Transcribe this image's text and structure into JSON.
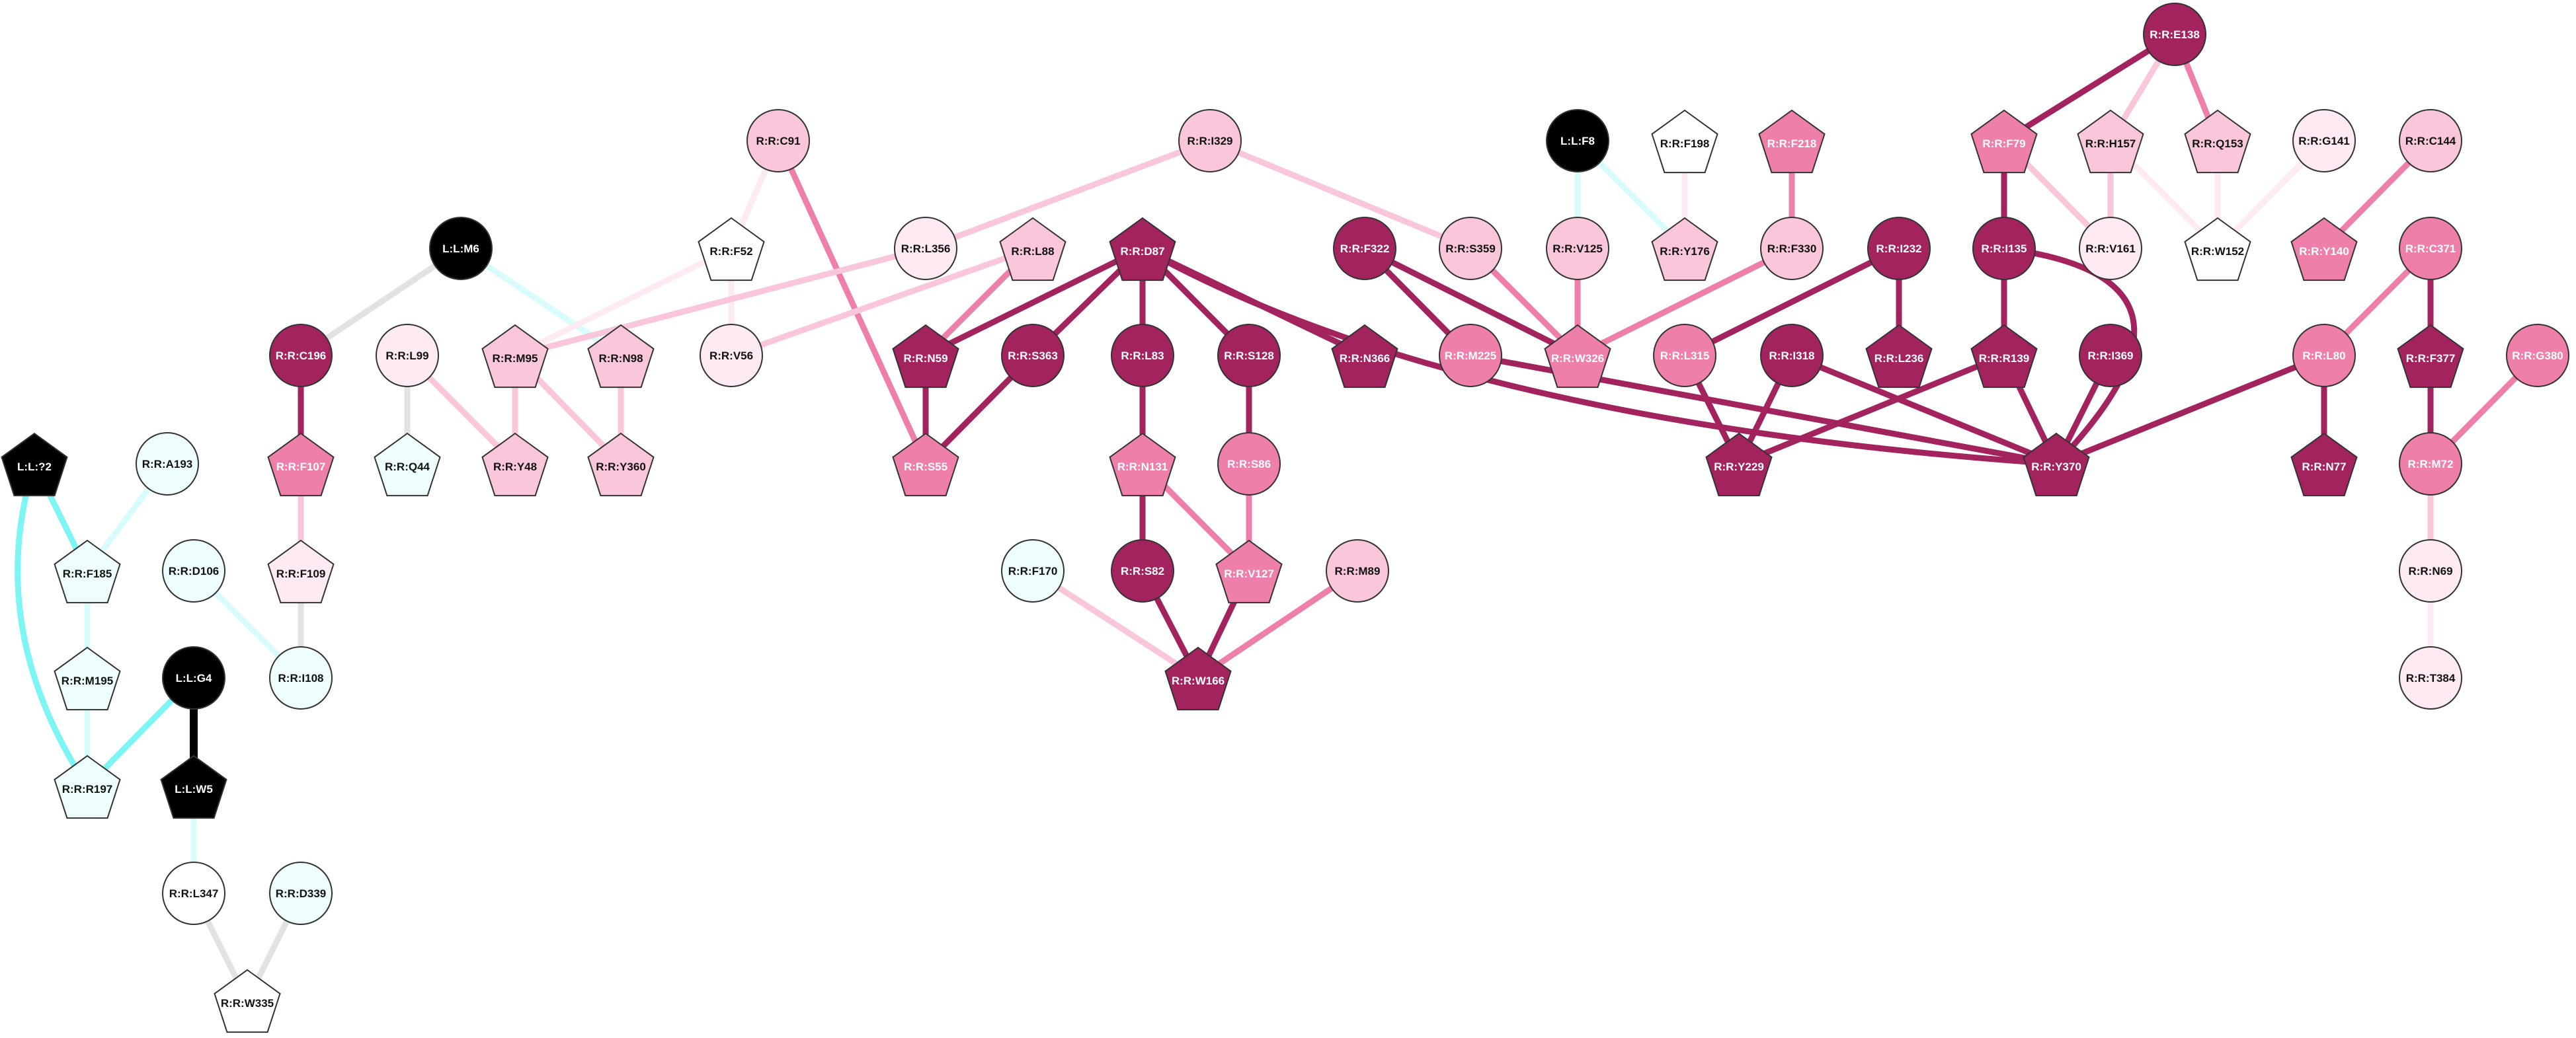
{
  "colors": {
    "dark": "#a3235f",
    "mid": "#ee7eaa",
    "light": "#f9c6dc",
    "pale": "#fdeaf2",
    "cyan_fill": "#eefdfd",
    "cyan_edge": "#7ef5f5",
    "pale_cyan_edge": "#d8fbfb",
    "white": "#ffffff",
    "black": "#000000",
    "grey_edge": "#e2e2e2",
    "outline": "#333333"
  },
  "nodes": [
    {
      "id": "E138",
      "label": "R:R:E138",
      "shape": "circle",
      "fill": "dark"
    },
    {
      "id": "F79",
      "label": "R:R:F79",
      "shape": "pentagon",
      "fill": "mid"
    },
    {
      "id": "H157",
      "label": "R:R:H157",
      "shape": "pentagon",
      "fill": "light"
    },
    {
      "id": "Q153",
      "label": "R:R:Q153",
      "shape": "pentagon",
      "fill": "light"
    },
    {
      "id": "G141",
      "label": "R:R:G141",
      "shape": "circle",
      "fill": "pale"
    },
    {
      "id": "C144",
      "label": "R:R:C144",
      "shape": "circle",
      "fill": "light"
    },
    {
      "id": "C91",
      "label": "R:R:C91",
      "shape": "circle",
      "fill": "light"
    },
    {
      "id": "I329",
      "label": "R:R:I329",
      "shape": "circle",
      "fill": "light"
    },
    {
      "id": "F8",
      "label": "L:L:F8",
      "shape": "circle",
      "fill": "black"
    },
    {
      "id": "F198",
      "label": "R:R:F198",
      "shape": "pentagon",
      "fill": "white"
    },
    {
      "id": "F218",
      "label": "R:R:F218",
      "shape": "pentagon",
      "fill": "mid"
    },
    {
      "id": "M6",
      "label": "L:L:M6",
      "shape": "circle",
      "fill": "black"
    },
    {
      "id": "F52",
      "label": "R:R:F52",
      "shape": "pentagon",
      "fill": "white"
    },
    {
      "id": "L356",
      "label": "R:R:L356",
      "shape": "circle",
      "fill": "pale"
    },
    {
      "id": "L88",
      "label": "R:R:L88",
      "shape": "pentagon",
      "fill": "light"
    },
    {
      "id": "D87",
      "label": "R:R:D87",
      "shape": "pentagon",
      "fill": "dark"
    },
    {
      "id": "F322",
      "label": "R:R:F322",
      "shape": "circle",
      "fill": "dark"
    },
    {
      "id": "S359",
      "label": "R:R:S359",
      "shape": "circle",
      "fill": "light"
    },
    {
      "id": "V125",
      "label": "R:R:V125",
      "shape": "circle",
      "fill": "light"
    },
    {
      "id": "Y176",
      "label": "R:R:Y176",
      "shape": "pentagon",
      "fill": "light"
    },
    {
      "id": "F330",
      "label": "R:R:F330",
      "shape": "circle",
      "fill": "light"
    },
    {
      "id": "I232",
      "label": "R:R:I232",
      "shape": "circle",
      "fill": "dark"
    },
    {
      "id": "I135",
      "label": "R:R:I135",
      "shape": "circle",
      "fill": "dark"
    },
    {
      "id": "V161",
      "label": "R:R:V161",
      "shape": "circle",
      "fill": "pale"
    },
    {
      "id": "W152",
      "label": "R:R:W152",
      "shape": "pentagon",
      "fill": "white"
    },
    {
      "id": "Y140",
      "label": "R:R:Y140",
      "shape": "pentagon",
      "fill": "mid"
    },
    {
      "id": "C371",
      "label": "R:R:C371",
      "shape": "circle",
      "fill": "mid"
    },
    {
      "id": "C196",
      "label": "R:R:C196",
      "shape": "circle",
      "fill": "dark"
    },
    {
      "id": "L99",
      "label": "R:R:L99",
      "shape": "circle",
      "fill": "pale"
    },
    {
      "id": "M95",
      "label": "R:R:M95",
      "shape": "pentagon",
      "fill": "light"
    },
    {
      "id": "N98",
      "label": "R:R:N98",
      "shape": "pentagon",
      "fill": "light"
    },
    {
      "id": "V56",
      "label": "R:R:V56",
      "shape": "circle",
      "fill": "pale"
    },
    {
      "id": "N59",
      "label": "R:R:N59",
      "shape": "pentagon",
      "fill": "dark"
    },
    {
      "id": "S363",
      "label": "R:R:S363",
      "shape": "circle",
      "fill": "dark"
    },
    {
      "id": "L83",
      "label": "R:R:L83",
      "shape": "circle",
      "fill": "dark"
    },
    {
      "id": "S128",
      "label": "R:R:S128",
      "shape": "circle",
      "fill": "dark"
    },
    {
      "id": "N366",
      "label": "R:R:N366",
      "shape": "pentagon",
      "fill": "dark"
    },
    {
      "id": "M225",
      "label": "R:R:M225",
      "shape": "circle",
      "fill": "mid"
    },
    {
      "id": "W326",
      "label": "R:R:W326",
      "shape": "pentagon",
      "fill": "mid"
    },
    {
      "id": "L315",
      "label": "R:R:L315",
      "shape": "circle",
      "fill": "mid"
    },
    {
      "id": "I318",
      "label": "R:R:I318",
      "shape": "circle",
      "fill": "dark"
    },
    {
      "id": "L236",
      "label": "R:R:L236",
      "shape": "pentagon",
      "fill": "dark"
    },
    {
      "id": "R139",
      "label": "R:R:R139",
      "shape": "pentagon",
      "fill": "dark"
    },
    {
      "id": "I369",
      "label": "R:R:I369",
      "shape": "circle",
      "fill": "dark"
    },
    {
      "id": "L80",
      "label": "R:R:L80",
      "shape": "circle",
      "fill": "mid"
    },
    {
      "id": "F377",
      "label": "R:R:F377",
      "shape": "pentagon",
      "fill": "dark"
    },
    {
      "id": "G380",
      "label": "R:R:G380",
      "shape": "circle",
      "fill": "mid"
    },
    {
      "id": "L72",
      "label": "L:L:?2",
      "shape": "pentagon",
      "fill": "black"
    },
    {
      "id": "A193",
      "label": "R:R:A193",
      "shape": "circle",
      "fill": "cyan_fill"
    },
    {
      "id": "F107",
      "label": "R:R:F107",
      "shape": "pentagon",
      "fill": "mid"
    },
    {
      "id": "Q44",
      "label": "R:R:Q44",
      "shape": "pentagon",
      "fill": "cyan_fill"
    },
    {
      "id": "Y48",
      "label": "R:R:Y48",
      "shape": "pentagon",
      "fill": "light"
    },
    {
      "id": "Y360",
      "label": "R:R:Y360",
      "shape": "pentagon",
      "fill": "light"
    },
    {
      "id": "S55",
      "label": "R:R:S55",
      "shape": "pentagon",
      "fill": "mid"
    },
    {
      "id": "N131",
      "label": "R:R:N131",
      "shape": "pentagon",
      "fill": "mid"
    },
    {
      "id": "S86",
      "label": "R:R:S86",
      "shape": "circle",
      "fill": "mid"
    },
    {
      "id": "Y229",
      "label": "R:R:Y229",
      "shape": "pentagon",
      "fill": "dark"
    },
    {
      "id": "Y370",
      "label": "R:R:Y370",
      "shape": "pentagon",
      "fill": "dark"
    },
    {
      "id": "N77",
      "label": "R:R:N77",
      "shape": "pentagon",
      "fill": "dark"
    },
    {
      "id": "M72",
      "label": "R:R:M72",
      "shape": "circle",
      "fill": "mid"
    },
    {
      "id": "F185",
      "label": "R:R:F185",
      "shape": "pentagon",
      "fill": "cyan_fill"
    },
    {
      "id": "D106",
      "label": "R:R:D106",
      "shape": "circle",
      "fill": "cyan_fill"
    },
    {
      "id": "F109",
      "label": "R:R:F109",
      "shape": "pentagon",
      "fill": "pale"
    },
    {
      "id": "F170",
      "label": "R:R:F170",
      "shape": "circle",
      "fill": "cyan_fill"
    },
    {
      "id": "S82",
      "label": "R:R:S82",
      "shape": "circle",
      "fill": "dark"
    },
    {
      "id": "V127",
      "label": "R:R:V127",
      "shape": "pentagon",
      "fill": "mid"
    },
    {
      "id": "M89",
      "label": "R:R:M89",
      "shape": "circle",
      "fill": "light"
    },
    {
      "id": "N69",
      "label": "R:R:N69",
      "shape": "circle",
      "fill": "pale"
    },
    {
      "id": "M195",
      "label": "R:R:M195",
      "shape": "pentagon",
      "fill": "cyan_fill"
    },
    {
      "id": "I108",
      "label": "R:R:I108",
      "shape": "circle",
      "fill": "cyan_fill"
    },
    {
      "id": "G4",
      "label": "L:L:G4",
      "shape": "circle",
      "fill": "black"
    },
    {
      "id": "W166",
      "label": "R:R:W166",
      "shape": "pentagon",
      "fill": "dark"
    },
    {
      "id": "T384",
      "label": "R:R:T384",
      "shape": "circle",
      "fill": "pale"
    },
    {
      "id": "R197",
      "label": "R:R:R197",
      "shape": "pentagon",
      "fill": "cyan_fill"
    },
    {
      "id": "W5",
      "label": "L:L:W5",
      "shape": "pentagon",
      "fill": "black"
    },
    {
      "id": "L347",
      "label": "R:R:L347",
      "shape": "circle",
      "fill": "white"
    },
    {
      "id": "D339",
      "label": "R:R:D339",
      "shape": "circle",
      "fill": "cyan_fill"
    },
    {
      "id": "W335",
      "label": "R:R:W335",
      "shape": "pentagon",
      "fill": "white"
    }
  ],
  "edges": [
    {
      "from": "E138",
      "to": "F79",
      "color": "dark"
    },
    {
      "from": "E138",
      "to": "H157",
      "color": "light"
    },
    {
      "from": "E138",
      "to": "Q153",
      "color": "mid"
    },
    {
      "from": "F79",
      "to": "V161",
      "color": "light"
    },
    {
      "from": "F79",
      "to": "I135",
      "color": "dark"
    },
    {
      "from": "H157",
      "to": "V161",
      "color": "light"
    },
    {
      "from": "H157",
      "to": "W152",
      "color": "pale"
    },
    {
      "from": "Q153",
      "to": "W152",
      "color": "pale"
    },
    {
      "from": "G141",
      "to": "W152",
      "color": "pale"
    },
    {
      "from": "C144",
      "to": "Y140",
      "color": "mid"
    },
    {
      "from": "C91",
      "to": "F52",
      "color": "pale"
    },
    {
      "from": "C91",
      "to": "S55",
      "color": "mid"
    },
    {
      "from": "I329",
      "to": "L356",
      "color": "light"
    },
    {
      "from": "I329",
      "to": "S359",
      "color": "light"
    },
    {
      "from": "F8",
      "to": "V125",
      "color": "pale_cyan_edge"
    },
    {
      "from": "F8",
      "to": "Y176",
      "color": "pale_cyan_edge"
    },
    {
      "from": "F198",
      "to": "Y176",
      "color": "pale"
    },
    {
      "from": "F218",
      "to": "F330",
      "color": "mid"
    },
    {
      "from": "M6",
      "to": "C196",
      "color": "grey_edge"
    },
    {
      "from": "M6",
      "to": "N98",
      "color": "pale_cyan_edge"
    },
    {
      "from": "F52",
      "to": "M95",
      "color": "pale"
    },
    {
      "from": "F52",
      "to": "V56",
      "color": "pale"
    },
    {
      "from": "L356",
      "to": "M95",
      "color": "light"
    },
    {
      "from": "L88",
      "to": "V56",
      "color": "light"
    },
    {
      "from": "L88",
      "to": "N59",
      "color": "mid"
    },
    {
      "from": "D87",
      "to": "N59",
      "color": "dark"
    },
    {
      "from": "D87",
      "to": "S363",
      "color": "dark"
    },
    {
      "from": "D87",
      "to": "L83",
      "color": "dark"
    },
    {
      "from": "D87",
      "to": "S128",
      "color": "dark"
    },
    {
      "from": "D87",
      "to": "N366",
      "color": "dark"
    },
    {
      "from": "D87",
      "to": "Y370",
      "color": "dark"
    },
    {
      "from": "F322",
      "to": "M225",
      "color": "dark"
    },
    {
      "from": "F322",
      "to": "W326",
      "color": "dark"
    },
    {
      "from": "S359",
      "to": "W326",
      "color": "mid"
    },
    {
      "from": "V125",
      "to": "W326",
      "color": "mid"
    },
    {
      "from": "F330",
      "to": "W326",
      "color": "mid"
    },
    {
      "from": "I232",
      "to": "L315",
      "color": "dark"
    },
    {
      "from": "I232",
      "to": "L236",
      "color": "dark"
    },
    {
      "from": "I135",
      "to": "R139",
      "color": "dark"
    },
    {
      "from": "I135",
      "to": "Y370",
      "color": "dark"
    },
    {
      "from": "C371",
      "to": "L80",
      "color": "mid"
    },
    {
      "from": "C371",
      "to": "F377",
      "color": "dark"
    },
    {
      "from": "C196",
      "to": "F107",
      "color": "dark"
    },
    {
      "from": "L99",
      "to": "Q44",
      "color": "grey_edge"
    },
    {
      "from": "L99",
      "to": "Y48",
      "color": "light"
    },
    {
      "from": "M95",
      "to": "Y48",
      "color": "light"
    },
    {
      "from": "M95",
      "to": "Y360",
      "color": "light"
    },
    {
      "from": "N98",
      "to": "Y360",
      "color": "light"
    },
    {
      "from": "N59",
      "to": "S55",
      "color": "dark"
    },
    {
      "from": "S363",
      "to": "S55",
      "color": "dark"
    },
    {
      "from": "L83",
      "to": "N131",
      "color": "dark"
    },
    {
      "from": "S128",
      "to": "S86",
      "color": "dark"
    },
    {
      "from": "M225",
      "to": "Y370",
      "color": "dark"
    },
    {
      "from": "L315",
      "to": "Y229",
      "color": "dark"
    },
    {
      "from": "I318",
      "to": "Y229",
      "color": "dark"
    },
    {
      "from": "I318",
      "to": "Y370",
      "color": "dark"
    },
    {
      "from": "R139",
      "to": "Y229",
      "color": "dark"
    },
    {
      "from": "R139",
      "to": "Y370",
      "color": "dark"
    },
    {
      "from": "I369",
      "to": "Y370",
      "color": "dark"
    },
    {
      "from": "L80",
      "to": "Y370",
      "color": "dark"
    },
    {
      "from": "L80",
      "to": "N77",
      "color": "dark"
    },
    {
      "from": "F377",
      "to": "M72",
      "color": "dark"
    },
    {
      "from": "G380",
      "to": "M72",
      "color": "mid"
    },
    {
      "from": "L72",
      "to": "F185",
      "color": "cyan_edge"
    },
    {
      "from": "L72",
      "to": "R197",
      "color": "cyan_edge"
    },
    {
      "from": "A193",
      "to": "F185",
      "color": "pale_cyan_edge"
    },
    {
      "from": "F107",
      "to": "F109",
      "color": "light"
    },
    {
      "from": "N131",
      "to": "S82",
      "color": "dark"
    },
    {
      "from": "N131",
      "to": "V127",
      "color": "mid"
    },
    {
      "from": "S86",
      "to": "V127",
      "color": "mid"
    },
    {
      "from": "M72",
      "to": "N69",
      "color": "light"
    },
    {
      "from": "F185",
      "to": "M195",
      "color": "pale_cyan_edge"
    },
    {
      "from": "D106",
      "to": "I108",
      "color": "pale_cyan_edge"
    },
    {
      "from": "F109",
      "to": "I108",
      "color": "grey_edge"
    },
    {
      "from": "F170",
      "to": "W166",
      "color": "light"
    },
    {
      "from": "S82",
      "to": "W166",
      "color": "dark"
    },
    {
      "from": "V127",
      "to": "W166",
      "color": "dark"
    },
    {
      "from": "M89",
      "to": "W166",
      "color": "mid"
    },
    {
      "from": "N69",
      "to": "T384",
      "color": "pale"
    },
    {
      "from": "M195",
      "to": "R197",
      "color": "pale_cyan_edge"
    },
    {
      "from": "G4",
      "to": "R197",
      "color": "cyan_edge"
    },
    {
      "from": "G4",
      "to": "W5",
      "color": "black"
    },
    {
      "from": "W5",
      "to": "L347",
      "color": "pale_cyan_edge"
    },
    {
      "from": "L347",
      "to": "W335",
      "color": "grey_edge"
    },
    {
      "from": "D339",
      "to": "W335",
      "color": "grey_edge"
    }
  ]
}
